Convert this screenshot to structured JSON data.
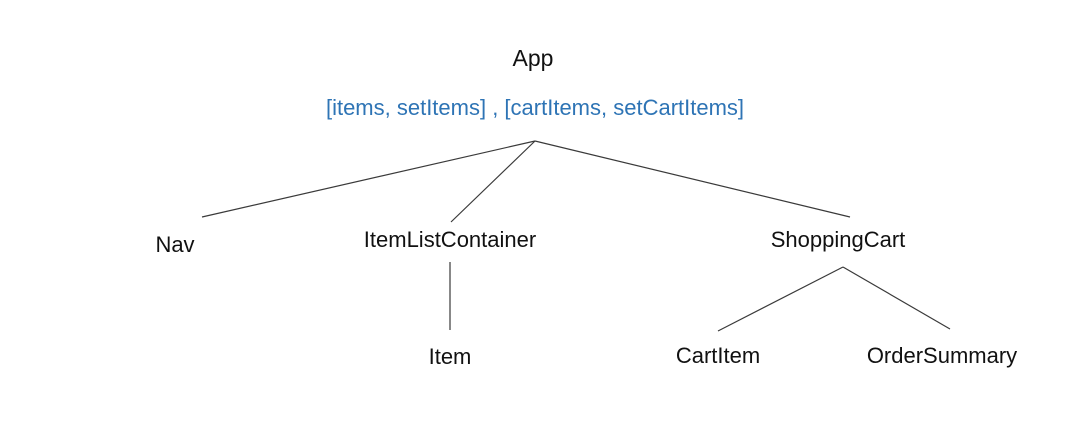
{
  "diagram": {
    "type": "component-tree",
    "root": {
      "label": "App",
      "state_hooks": "[items, setItems] , [cartItems, setCartItems]"
    },
    "nodes": {
      "nav": {
        "label": "Nav"
      },
      "item_list_container": {
        "label": "ItemListContainer"
      },
      "shopping_cart": {
        "label": "ShoppingCart"
      },
      "item": {
        "label": "Item"
      },
      "cart_item": {
        "label": "CartItem"
      },
      "order_summary": {
        "label": "OrderSummary"
      }
    },
    "edges": [
      {
        "from": "App",
        "to": "Nav"
      },
      {
        "from": "App",
        "to": "ItemListContainer"
      },
      {
        "from": "App",
        "to": "ShoppingCart"
      },
      {
        "from": "ItemListContainer",
        "to": "Item"
      },
      {
        "from": "ShoppingCart",
        "to": "CartItem"
      },
      {
        "from": "ShoppingCart",
        "to": "OrderSummary"
      }
    ],
    "colors": {
      "state_hooks_text": "#2E74B5",
      "node_text": "#111111",
      "edge_line": "#3a3a3a",
      "background": "#ffffff"
    }
  }
}
